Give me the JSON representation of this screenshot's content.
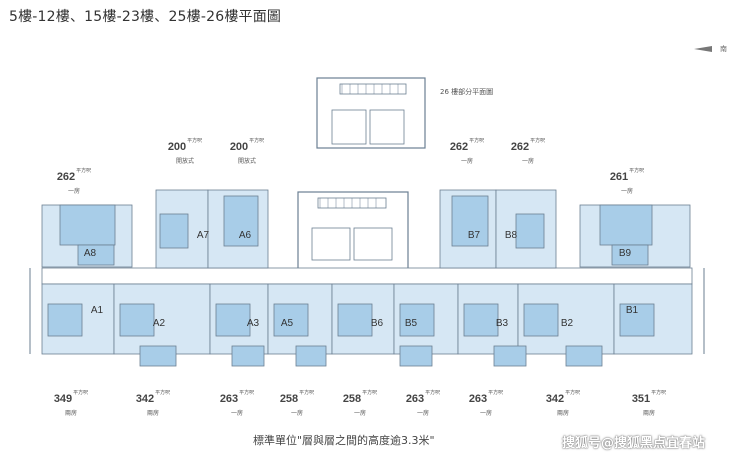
{
  "title": "5樓-12樓、15樓-23樓、25樓-26樓平面圖",
  "north_label": "南",
  "partial_plan_label": "26 樓部分平面圖",
  "footnote": "標準單位\"層與層之間的高度逾3.3米\"",
  "watermark": "搜狐号@搜狐黑点宜春站",
  "unit_labels": [
    "A8",
    "A7",
    "A6",
    "B7",
    "B8",
    "B9",
    "A1",
    "A2",
    "A3",
    "A5",
    "B6",
    "B5",
    "B3",
    "B2",
    "B1"
  ],
  "top_areas": [
    {
      "num": "262",
      "unit": "平方呎",
      "desc": "一房"
    },
    {
      "num": "200",
      "unit": "平方呎",
      "desc": "開放式"
    },
    {
      "num": "200",
      "unit": "平方呎",
      "desc": "開放式"
    },
    {
      "num": "262",
      "unit": "平方呎",
      "desc": "一房"
    },
    {
      "num": "262",
      "unit": "平方呎",
      "desc": "一房"
    },
    {
      "num": "261",
      "unit": "平方呎",
      "desc": "一房"
    }
  ],
  "bottom_areas": [
    {
      "num": "349",
      "unit": "平方呎",
      "desc": "兩房"
    },
    {
      "num": "342",
      "unit": "平方呎",
      "desc": "兩房"
    },
    {
      "num": "263",
      "unit": "平方呎",
      "desc": "一房"
    },
    {
      "num": "258",
      "unit": "平方呎",
      "desc": "一房"
    },
    {
      "num": "258",
      "unit": "平方呎",
      "desc": "一房"
    },
    {
      "num": "263",
      "unit": "平方呎",
      "desc": "一房"
    },
    {
      "num": "263",
      "unit": "平方呎",
      "desc": "一房"
    },
    {
      "num": "342",
      "unit": "平方呎",
      "desc": "兩房"
    },
    {
      "num": "351",
      "unit": "平方呎",
      "desc": "兩房"
    }
  ],
  "colors": {
    "unit_fill": "#a8cde8",
    "room_fill": "#d6e7f4",
    "wall": "#6b7f92",
    "corridor": "#ffffff"
  }
}
